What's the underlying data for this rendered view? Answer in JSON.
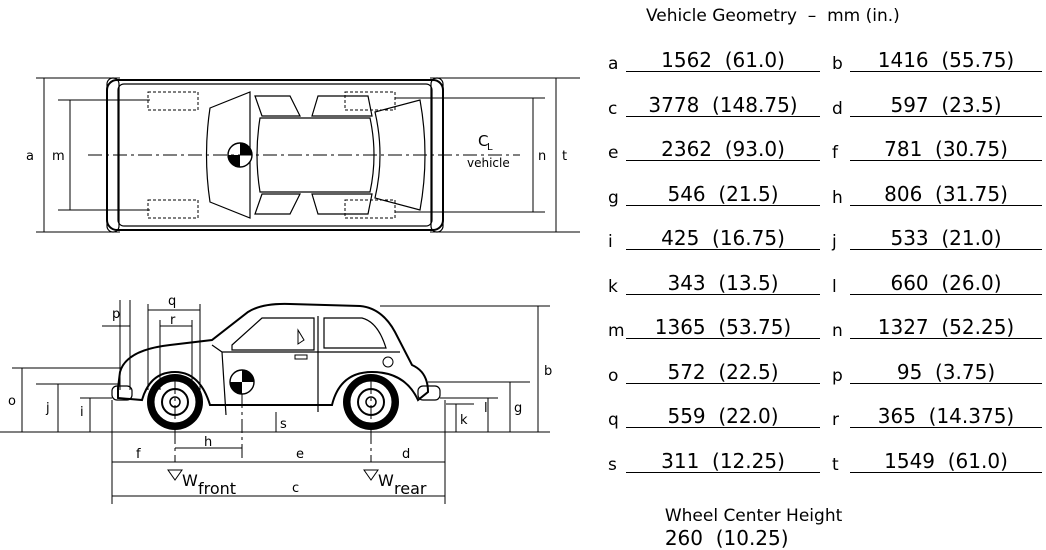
{
  "title": "Vehicle Geometry  –  mm (in.)",
  "dimensions": [
    {
      "left": {
        "letter": "a",
        "value": "1562  (61.0)"
      },
      "right": {
        "letter": "b",
        "value": "1416  (55.75)"
      }
    },
    {
      "left": {
        "letter": "c",
        "value": "3778  (148.75)"
      },
      "right": {
        "letter": "d",
        "value": "597  (23.5)"
      }
    },
    {
      "left": {
        "letter": "e",
        "value": "2362  (93.0)"
      },
      "right": {
        "letter": "f",
        "value": "781  (30.75)"
      }
    },
    {
      "left": {
        "letter": "g",
        "value": "546  (21.5)"
      },
      "right": {
        "letter": "h",
        "value": "806  (31.75)"
      }
    },
    {
      "left": {
        "letter": "i",
        "value": "425  (16.75)"
      },
      "right": {
        "letter": "j",
        "value": "533  (21.0)"
      }
    },
    {
      "left": {
        "letter": "k",
        "value": "343  (13.5)"
      },
      "right": {
        "letter": "l",
        "value": "660  (26.0)"
      }
    },
    {
      "left": {
        "letter": "m",
        "value": "1365  (53.75)"
      },
      "right": {
        "letter": "n",
        "value": "1327  (52.25)"
      }
    },
    {
      "left": {
        "letter": "o",
        "value": "572  (22.5)"
      },
      "right": {
        "letter": "p",
        "value": "95  (3.75)"
      }
    },
    {
      "left": {
        "letter": "q",
        "value": "559  (22.0)"
      },
      "right": {
        "letter": "r",
        "value": "365  (14.375)"
      }
    },
    {
      "left": {
        "letter": "s",
        "value": "311  (12.25)"
      },
      "right": {
        "letter": "t",
        "value": "1549  (61.0)"
      }
    }
  ],
  "wheel_center_height": {
    "label": "Wheel Center Height",
    "value": "260  (10.25)"
  },
  "diagram": {
    "top_labels": {
      "a": "a",
      "m": "m",
      "n": "n",
      "t": "t",
      "cl": "C",
      "cl_sub": "L",
      "vehicle": "vehicle"
    },
    "side_labels": {
      "p": "p",
      "q": "q",
      "r": "r",
      "o": "o",
      "j": "j",
      "i": "i",
      "b": "b",
      "l": "l",
      "g": "g",
      "k": "k",
      "s": "s",
      "f": "f",
      "h": "h",
      "e": "e",
      "d": "d",
      "c": "c",
      "w_front_w": "W",
      "w_front_sub": "front",
      "w_rear_w": "W",
      "w_rear_sub": "rear"
    }
  }
}
